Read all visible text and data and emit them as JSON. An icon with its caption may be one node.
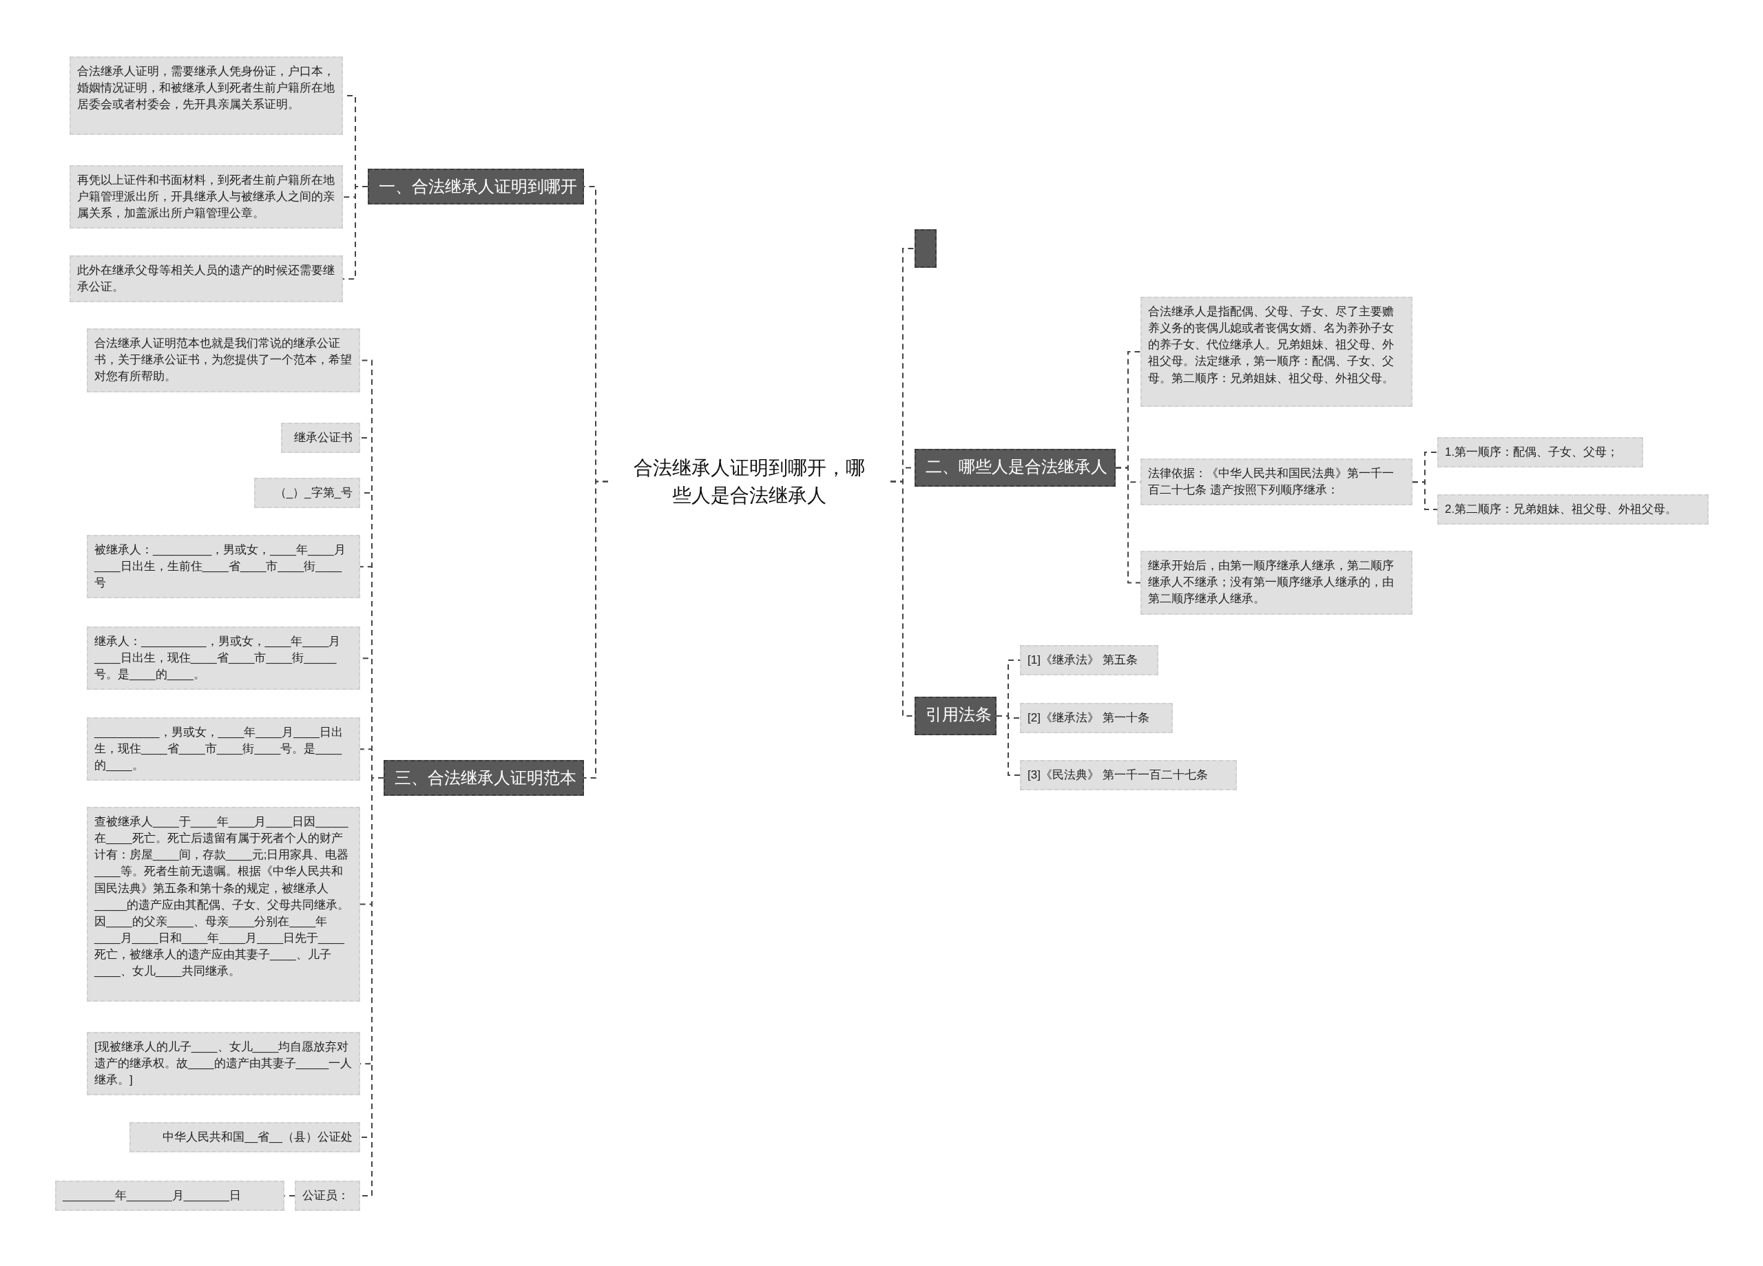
{
  "diagram": {
    "nodes": [
      {
        "text": [
          "合法继承人证明到哪开，哪些人是合法继承人"
        ]
      },
      {
        "text": [
          "一、合法继承人证明到哪开"
        ]
      },
      {
        "text": [
          "合法继承人证明，需要继承人凭身份证，户口本，婚姻情况证明，和被继承人到死者生前户籍所在地居委会或者村委会，先开具亲属关系证明。"
        ]
      },
      {
        "text": [
          "再凭以上证件和书面材料，到死者生前户籍所在地户籍管理派出所，开具继承人与被继承人之间的亲属关系，加盖派出所户籍管理公章。"
        ]
      },
      {
        "text": [
          "此外在继承父母等相关人员的遗产的时候还需要继承公证。"
        ]
      },
      {
        "text": [
          "三、合法继承人证明范本"
        ]
      },
      {
        "text": [
          "合法继承人证明范本也就是我们常说的继承公证书，关于继承公证书，为您提供了一个范本，希望对您有所帮助。"
        ]
      },
      {
        "text": [
          "继承公证书"
        ]
      },
      {
        "text": [
          "（_）_字第_号"
        ]
      },
      {
        "text": [
          "被继承人：_________，男或女，____年____月____日出生，生前住____省____市____街____号"
        ]
      },
      {
        "text": [
          "继承人：__________，男或女，____年____月____日出生，现住____省____市____街_____号。是____的____。"
        ]
      },
      {
        "text": [
          "__________，男或女，____年____月____日出生，现住____省____市____街____号。是____的____。"
        ]
      },
      {
        "text": [
          "查被继承人____于____年____月____日因_____在____死亡。死亡后遗留有属于死者个人的财产计有：房屋____间，存款____元;日用家具、电器____等。死者生前无遗嘱。根据《中华人民共和国民法典》第五条和第十条的规定，被继承人_____的遗产应由其配偶、子女、父母共同继承。因____的父亲____、母亲____分别在____年____月____日和____年____月____日先于____死亡，被继承人的遗产应由其妻子____、儿子____、女儿____共同继承。"
        ]
      },
      {
        "text": [
          "[现被继承人的儿子____、女儿____均自愿放弃对遗产的继承权。故____的遗产由其妻子_____一人继承。]"
        ]
      },
      {
        "text": [
          "中华人民共和国__省__（县）公证处"
        ]
      },
      {
        "text": [
          "公证员："
        ]
      },
      {
        "text": [
          "________年_______月_______日"
        ]
      },
      {
        "text": [],
        "shape": "box"
      },
      {
        "text": [
          "二、哪些人是合法继承人"
        ]
      },
      {
        "text": [
          "合法继承人是指配偶、父母、子女、尽了主要赡养义务的丧偶儿媳或者丧偶女婿、名为养孙子女的养子女、代位继承人。兄弟姐妹、祖父母、外祖父母。法定继承，第一顺序：配偶、子女、父母。第二顺序：兄弟姐妹、祖父母、外祖父母。"
        ]
      },
      {
        "text": [
          "法律依据：《中华人民共和国民法典》第一千一百二十七条 遗产按照下列顺序继承："
        ]
      },
      {
        "text": [
          "1.第一顺序：配偶、子女、父母；"
        ]
      },
      {
        "text": [
          "2.第二顺序：兄弟姐妹、祖父母、外祖父母。"
        ]
      },
      {
        "text": [
          "继承开始后，由第一顺序继承人继承，第二顺序继承人不继承；没有第一顺序继承人继承的，由第二顺序继承人继承。"
        ]
      },
      {
        "text": [
          "引用法条"
        ]
      },
      {
        "text": [
          "[1]《继承法》 第五条"
        ]
      },
      {
        "text": [
          "[2]《继承法》 第一十条"
        ]
      },
      {
        "text": [
          "[3]《民法典》 第一千一百二十七条"
        ]
      }
    ],
    "edges": [
      {
        "from": 0,
        "to": 1,
        "arrow": "none"
      },
      {
        "from": 0,
        "to": 5,
        "arrow": "none"
      },
      {
        "from": 0,
        "to": 17,
        "arrow": "none"
      },
      {
        "from": 0,
        "to": 18,
        "arrow": "none"
      },
      {
        "from": 0,
        "to": 24,
        "arrow": "none"
      },
      {
        "from": 1,
        "to": 2,
        "arrow": "none"
      },
      {
        "from": 1,
        "to": 3,
        "arrow": "none"
      },
      {
        "from": 1,
        "to": 4,
        "arrow": "none"
      },
      {
        "from": 5,
        "to": 6,
        "arrow": "none"
      },
      {
        "from": 5,
        "to": 7,
        "arrow": "none"
      },
      {
        "from": 5,
        "to": 8,
        "arrow": "none"
      },
      {
        "from": 5,
        "to": 9,
        "arrow": "none"
      },
      {
        "from": 5,
        "to": 10,
        "arrow": "none"
      },
      {
        "from": 5,
        "to": 11,
        "arrow": "none"
      },
      {
        "from": 5,
        "to": 12,
        "arrow": "none"
      },
      {
        "from": 5,
        "to": 13,
        "arrow": "none"
      },
      {
        "from": 5,
        "to": 14,
        "arrow": "none"
      },
      {
        "from": 5,
        "to": 15,
        "arrow": "none"
      },
      {
        "from": 15,
        "to": 16,
        "arrow": "none"
      },
      {
        "from": 18,
        "to": 19,
        "arrow": "none"
      },
      {
        "from": 18,
        "to": 20,
        "arrow": "none"
      },
      {
        "from": 18,
        "to": 23,
        "arrow": "none"
      },
      {
        "from": 20,
        "to": 21,
        "arrow": "none"
      },
      {
        "from": 20,
        "to": 22,
        "arrow": "none"
      },
      {
        "from": 24,
        "to": 25,
        "arrow": "none"
      },
      {
        "from": 24,
        "to": 26,
        "arrow": "none"
      },
      {
        "from": 24,
        "to": 27,
        "arrow": "none"
      }
    ]
  }
}
